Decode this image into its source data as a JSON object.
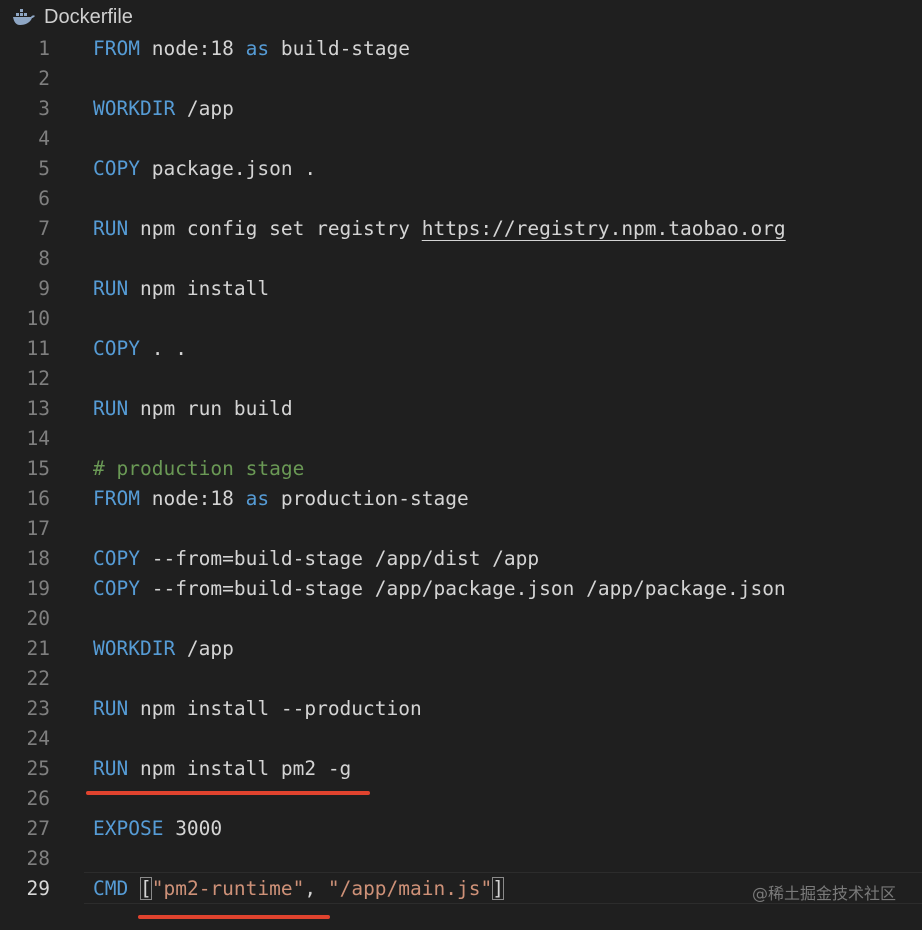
{
  "tab": {
    "icon": "docker-icon",
    "filename": "Dockerfile"
  },
  "lines": [
    {
      "n": "1",
      "tokens": [
        {
          "t": "FROM",
          "c": "kw"
        },
        {
          "t": " node:18 ",
          "c": "plain"
        },
        {
          "t": "as",
          "c": "kw"
        },
        {
          "t": " build-stage",
          "c": "plain"
        }
      ]
    },
    {
      "n": "2",
      "tokens": []
    },
    {
      "n": "3",
      "tokens": [
        {
          "t": "WORKDIR",
          "c": "kw"
        },
        {
          "t": " /app",
          "c": "plain"
        }
      ]
    },
    {
      "n": "4",
      "tokens": []
    },
    {
      "n": "5",
      "tokens": [
        {
          "t": "COPY",
          "c": "kw"
        },
        {
          "t": " package.json .",
          "c": "plain"
        }
      ]
    },
    {
      "n": "6",
      "tokens": []
    },
    {
      "n": "7",
      "tokens": [
        {
          "t": "RUN",
          "c": "kw"
        },
        {
          "t": " npm config set registry ",
          "c": "plain"
        },
        {
          "t": "https://registry.npm.taobao.org",
          "c": "link"
        }
      ]
    },
    {
      "n": "8",
      "tokens": []
    },
    {
      "n": "9",
      "tokens": [
        {
          "t": "RUN",
          "c": "kw"
        },
        {
          "t": " npm install",
          "c": "plain"
        }
      ]
    },
    {
      "n": "10",
      "tokens": []
    },
    {
      "n": "11",
      "tokens": [
        {
          "t": "COPY",
          "c": "kw"
        },
        {
          "t": " . .",
          "c": "plain"
        }
      ]
    },
    {
      "n": "12",
      "tokens": []
    },
    {
      "n": "13",
      "tokens": [
        {
          "t": "RUN",
          "c": "kw"
        },
        {
          "t": " npm run build",
          "c": "plain"
        }
      ]
    },
    {
      "n": "14",
      "tokens": []
    },
    {
      "n": "15",
      "tokens": [
        {
          "t": "# production stage",
          "c": "cmt"
        }
      ]
    },
    {
      "n": "16",
      "tokens": [
        {
          "t": "FROM",
          "c": "kw"
        },
        {
          "t": " node:18 ",
          "c": "plain"
        },
        {
          "t": "as",
          "c": "kw"
        },
        {
          "t": " production-stage",
          "c": "plain"
        }
      ]
    },
    {
      "n": "17",
      "tokens": []
    },
    {
      "n": "18",
      "tokens": [
        {
          "t": "COPY",
          "c": "kw"
        },
        {
          "t": " --from=build-stage /app/dist /app",
          "c": "plain"
        }
      ]
    },
    {
      "n": "19",
      "tokens": [
        {
          "t": "COPY",
          "c": "kw"
        },
        {
          "t": " --from=build-stage /app/package.json /app/package.json",
          "c": "plain"
        }
      ]
    },
    {
      "n": "20",
      "tokens": []
    },
    {
      "n": "21",
      "tokens": [
        {
          "t": "WORKDIR",
          "c": "kw"
        },
        {
          "t": " /app",
          "c": "plain"
        }
      ]
    },
    {
      "n": "22",
      "tokens": []
    },
    {
      "n": "23",
      "tokens": [
        {
          "t": "RUN",
          "c": "kw"
        },
        {
          "t": " npm install --production",
          "c": "plain"
        }
      ]
    },
    {
      "n": "24",
      "tokens": []
    },
    {
      "n": "25",
      "tokens": [
        {
          "t": "RUN",
          "c": "kw"
        },
        {
          "t": " npm install pm2 -g",
          "c": "plain"
        }
      ]
    },
    {
      "n": "26",
      "tokens": []
    },
    {
      "n": "27",
      "tokens": [
        {
          "t": "EXPOSE",
          "c": "kw"
        },
        {
          "t": " 3000",
          "c": "plain"
        }
      ]
    },
    {
      "n": "28",
      "tokens": []
    },
    {
      "n": "29",
      "tokens": [
        {
          "t": "CMD",
          "c": "kw"
        },
        {
          "t": " ",
          "c": "plain"
        },
        {
          "t": "[",
          "c": "bracket"
        },
        {
          "t": "\"pm2-runtime\"",
          "c": "str"
        },
        {
          "t": ", ",
          "c": "plain"
        },
        {
          "t": "\"/app/main.js\"",
          "c": "str"
        },
        {
          "t": "]",
          "c": "bracket"
        }
      ]
    }
  ],
  "active_line": "29",
  "watermark": "@稀土掘金技术社区",
  "colors": {
    "background": "#1f1f1f",
    "keyword": "#569cd6",
    "string": "#ce9178",
    "comment": "#6a9955",
    "annotation_underline": "#e0432e"
  }
}
